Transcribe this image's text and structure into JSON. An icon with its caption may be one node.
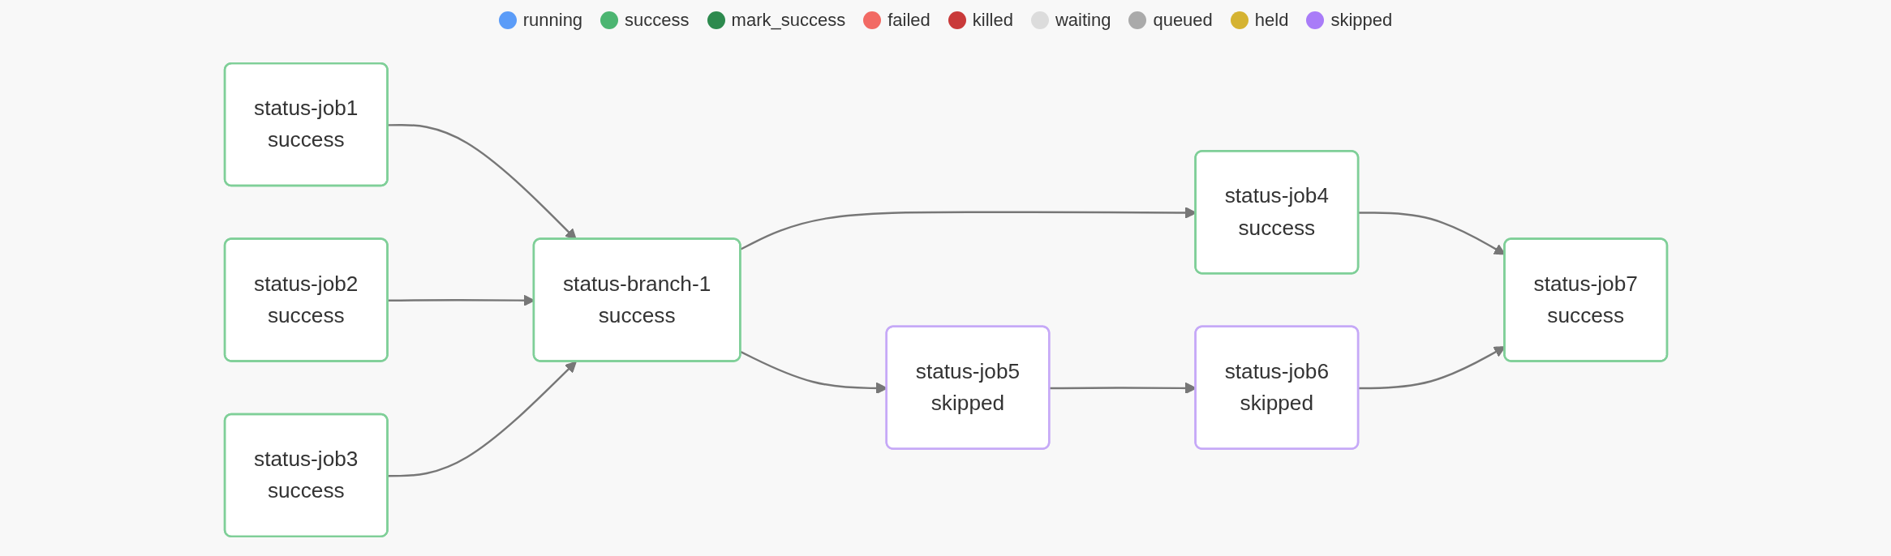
{
  "diagram": {
    "nodes": [
      {
        "text": [
          "status-job1",
          "success"
        ]
      },
      {
        "text": [
          "status-job2",
          "success"
        ]
      },
      {
        "text": [
          "status-job3",
          "success"
        ]
      },
      {
        "text": [
          "status-branch-1",
          "success"
        ]
      },
      {
        "text": [
          "status-job4",
          "success"
        ]
      },
      {
        "text": [
          "status-job5",
          "skipped"
        ]
      },
      {
        "text": [
          "status-job6",
          "skipped"
        ]
      },
      {
        "text": [
          "status-job7",
          "success"
        ]
      }
    ],
    "edges": [
      {
        "from": 0,
        "to": 3,
        "arrow": "to"
      },
      {
        "from": 1,
        "to": 3,
        "arrow": "to"
      },
      {
        "from": 2,
        "to": 3,
        "arrow": "to"
      },
      {
        "from": 3,
        "to": 4,
        "arrow": "to"
      },
      {
        "from": 3,
        "to": 5,
        "arrow": "to"
      },
      {
        "from": 5,
        "to": 6,
        "arrow": "to"
      },
      {
        "from": 4,
        "to": 7,
        "arrow": "to"
      },
      {
        "from": 6,
        "to": 7,
        "arrow": "to"
      }
    ],
    "legend": [
      {
        "text": "running",
        "color": "#5b9cf8"
      },
      {
        "text": "success",
        "color": "#4cb571"
      },
      {
        "text": "mark_success",
        "color": "#2d8a4e"
      },
      {
        "text": "failed",
        "color": "#f26a64"
      },
      {
        "text": "killed",
        "color": "#c93a3a"
      },
      {
        "text": "waiting",
        "color": "#dcdcdc"
      },
      {
        "text": "queued",
        "color": "#aaaaaa"
      },
      {
        "text": "held",
        "color": "#d5b332"
      },
      {
        "text": "skipped",
        "color": "#a97cf8"
      }
    ]
  }
}
